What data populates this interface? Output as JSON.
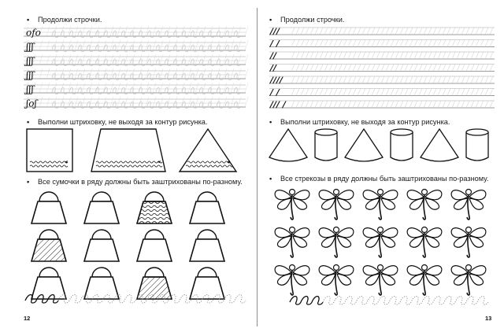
{
  "left_page": {
    "number": "12",
    "tasks": [
      {
        "bullet": "•",
        "text": "Продолжи строчки."
      },
      {
        "bullet": "•",
        "text": "Выполни штриховку, не выходя за контур рисунка."
      },
      {
        "bullet": "•",
        "text": "Все сумочки в ряду должны быть заштрихованы по-разному."
      }
    ],
    "copy_rows": [
      {
        "sample": "оfо"
      },
      {
        "sample": "ʃʃʃ"
      },
      {
        "sample": "ʃʃʃ"
      },
      {
        "sample": "ʃʃʃ"
      },
      {
        "sample": "ʃʃʃ"
      },
      {
        "sample": "ʃоʃ"
      }
    ],
    "shapes": [
      "square",
      "trapezoid",
      "triangle"
    ],
    "bags": {
      "rows": 3,
      "cols": 4,
      "filled": [
        {
          "row": 0,
          "col": 2,
          "pattern": "waves"
        },
        {
          "row": 1,
          "col": 0,
          "pattern": "diagonal"
        },
        {
          "row": 2,
          "col": 2,
          "pattern": "diagonal"
        }
      ]
    }
  },
  "right_page": {
    "number": "13",
    "tasks": [
      {
        "bullet": "•",
        "text": "Продолжи строчки."
      },
      {
        "bullet": "•",
        "text": "Выполни штриховку, не выходя за контур рисунка."
      },
      {
        "bullet": "•",
        "text": "Все стрекозы в ряду должны быть заштрихованы по-разному."
      }
    ],
    "copy_rows": [
      {
        "sample": "///"
      },
      {
        "sample": "/ /"
      },
      {
        "sample": "//"
      },
      {
        "sample": "//"
      },
      {
        "sample": "////"
      },
      {
        "sample": "/ /"
      },
      {
        "sample": "/// /"
      }
    ],
    "shapes": [
      "cone",
      "cylinder",
      "cone",
      "cylinder",
      "cone",
      "cylinder"
    ],
    "dragonflies": {
      "rows": 3,
      "cols": 5
    }
  }
}
